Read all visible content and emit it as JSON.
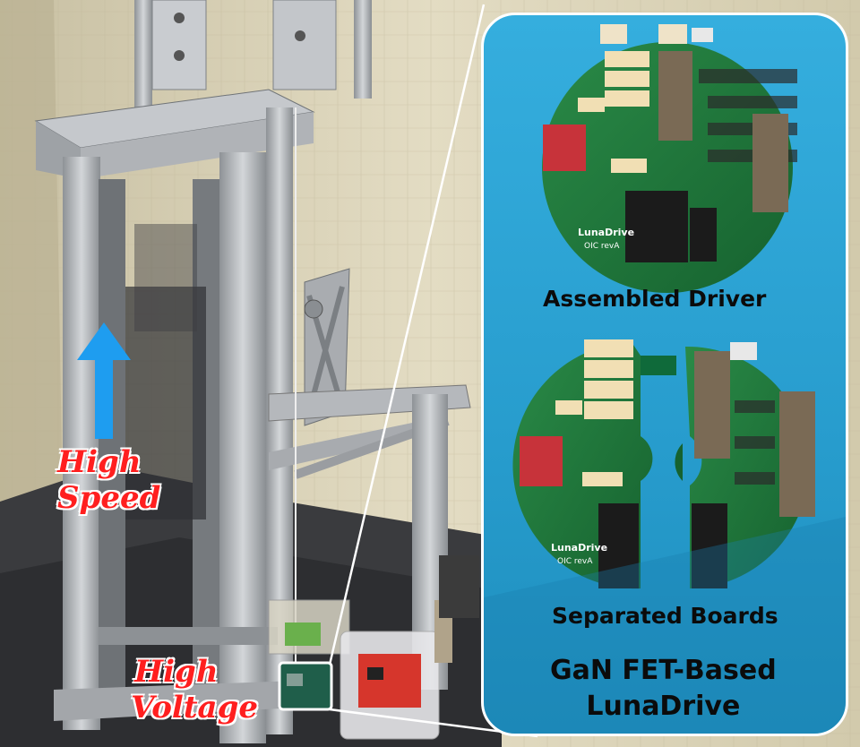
{
  "overlay_labels": {
    "high_speed": [
      "High",
      "Speed"
    ],
    "high_voltage": [
      "High",
      "Voltage"
    ]
  },
  "inset": {
    "assembled_caption": "Assembled Driver",
    "separated_caption": "Separated Boards",
    "title_lines": [
      "GaN FET-Based",
      "LunaDrive"
    ],
    "board_logo": "LunaDrive",
    "board_rev": "OIC revA"
  },
  "colors": {
    "inset_background": "#2aa3d6",
    "pcb_green": "#1f7a3c",
    "arrow_blue": "#1e9df0",
    "label_red": "#ff1f1f",
    "frame_aluminum": "#b9bcc0"
  }
}
